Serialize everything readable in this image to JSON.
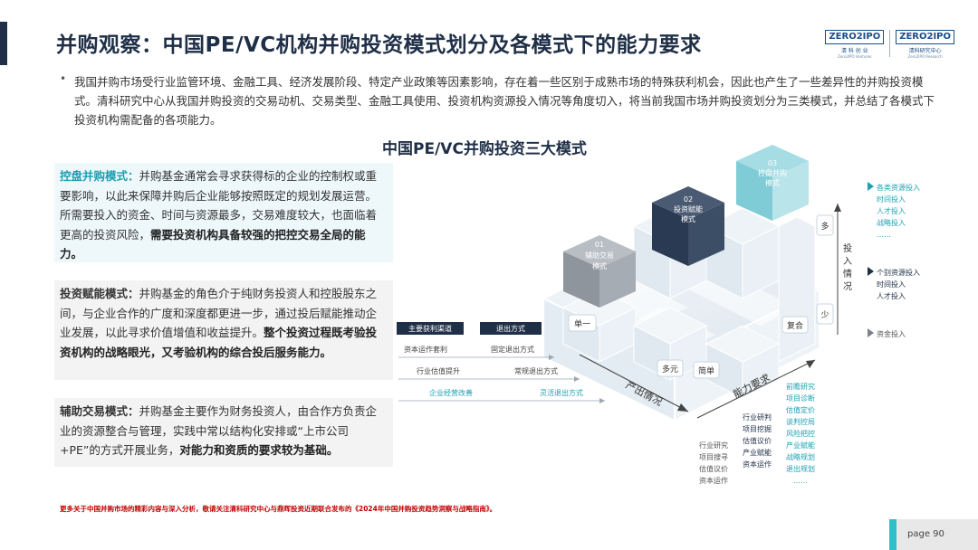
{
  "header": {
    "title": "并购观察：中国PE/VC机构并购投资模式划分及各模式下的能力要求",
    "logo_left_top": "ZERO2IPO",
    "logo_left_mid": "清 科 创 业",
    "logo_left_sub": "Zero2IPO Ventures",
    "logo_right_top": "ZERO2IPO",
    "logo_right_mid": "清科研究中心",
    "logo_right_sub": "Zero2IPO Research"
  },
  "intro": {
    "bullet": "•",
    "text": "我国并购市场受行业监管环境、金融工具、经济发展阶段、特定产业政策等因素影响，存在着一些区别于成熟市场的特殊获利机会，因此也产生了一些差异性的并购投资模式。清科研究中心从我国并购投资的交易动机、交易类型、金融工具使用、投资机构资源投入情况等角度切入，将当前我国市场并购投资划分为三类模式，并总结了各模式下投资机构需配备的各项能力。"
  },
  "diagram": {
    "title": "中国PE/VC并购投资三大模式",
    "cube1_num": "01",
    "cube1_label_a": "辅助交易",
    "cube1_label_b": "模式",
    "cube2_num": "02",
    "cube2_label_a": "投资赋能",
    "cube2_label_b": "模式",
    "cube3_num": "03",
    "cube3_label_a": "控盘并购",
    "cube3_label_b": "模式",
    "axis_output": "产出情况",
    "axis_ability": "能力要求",
    "axis_input_chars": [
      "投",
      "入",
      "情",
      "况"
    ],
    "single": "单一",
    "multi": "多元",
    "simple": "简单",
    "complex": "复合",
    "many": "多",
    "few": "少",
    "tag_channel": "主要获利渠道",
    "tag_exit": "退出方式",
    "row1_left": "资本运作套利",
    "row1_right": "固定退出方式",
    "row2_left": "行业估值提升",
    "row2_right": "常规退出方式",
    "row3_left": "企业经营改善",
    "row3_right": "灵活退出方式",
    "ability_col1": [
      "行业研究",
      "项目搜寻",
      "估值议价",
      "资本运作"
    ],
    "ability_col2": [
      "行业研判",
      "项目挖掘",
      "估值议价",
      "产业赋能",
      "资本运作"
    ],
    "ability_col3": [
      "前瞻研究",
      "项目诊断",
      "估值定价",
      "谈判控局",
      "风险把控",
      "产业赋能",
      "战略规划",
      "退出规划",
      "……"
    ],
    "input_group1": [
      "各类资源投入",
      "时间投入",
      "人才投入",
      "战略投入",
      "……"
    ],
    "input_group2": [
      "个别资源投入",
      "时间投入",
      "人才投入"
    ],
    "input_group3": [
      "资金投入"
    ]
  },
  "modes": {
    "m1_title": "控盘并购模式：",
    "m1_text": "并购基金通常会寻求获得标的企业的控制权或重要影响，以此来保障并购后企业能够按照既定的规划发展运营。所需要投入的资金、时间与资源最多，交易难度较大，也面临着更高的投资风险，",
    "m1_bold": "需要投资机构具备较强的把控交易全局的能力。",
    "m2_title": "投资赋能模式：",
    "m2_text": "并购基金的角色介于纯财务投资人和控股股东之间，与企业合作的广度和深度都更进一步，通过投后赋能推动企业发展，以此寻求价值增值和收益提升。",
    "m2_bold": "整个投资过程既考验投资机构的战略眼光，又考验机构的综合投后服务能力。",
    "m3_title": "辅助交易模式：",
    "m3_text": "并购基金主要作为财务投资人，由合作方负责企业的资源整合与管理，实践中常以结构化安排或“上市公司+PE”的方式开展业务，",
    "m3_bold": "对能力和资质的要求较为基础。"
  },
  "footnote": "更多关于中国并购市场的精彩内容与深入分析，敬请关注清科研究中心与鼎晖投资近期联合发布的《2024年中国并购投资趋势洞察与战略指南》。",
  "page": {
    "label": "page  90"
  },
  "colors": {
    "navy": "#1f2f47",
    "teal": "#1d9fb2",
    "red": "#c00000"
  }
}
